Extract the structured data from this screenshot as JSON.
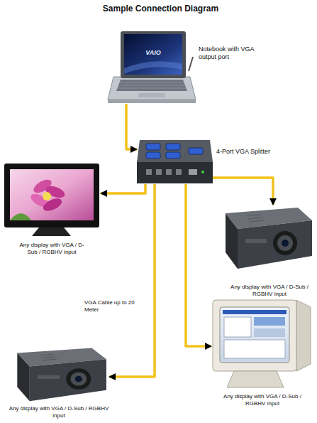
{
  "diagram": {
    "title": "Sample Connection Diagram",
    "nodes": [
      {
        "text": [
          "Notebook with VGA output port"
        ]
      },
      {
        "text": [
          "4-Port VGA Splitter"
        ]
      },
      {
        "text": [
          "Any display with VGA / D-Sub / RGBHV input"
        ]
      },
      {
        "text": [
          "Any display with VGA / D-Sub / RGBHV input"
        ]
      },
      {
        "text": [
          "Any display with VGA / D-Sub / RGBHV input"
        ]
      },
      {
        "text": [
          "Any display with VGA / D-Sub / RGBHV input"
        ]
      }
    ],
    "edges": [
      {
        "from": 0,
        "to": 1,
        "arrow": "to"
      },
      {
        "from": 1,
        "to": 2,
        "arrow": "to"
      },
      {
        "from": 1,
        "to": 3,
        "arrow": "to"
      },
      {
        "from": 1,
        "to": 4,
        "arrow": "to"
      },
      {
        "from": 1,
        "to": 5,
        "arrow": "to",
        "label": "VGA Cable up to 20 Meter"
      }
    ],
    "labels": [
      "VAIO"
    ]
  }
}
